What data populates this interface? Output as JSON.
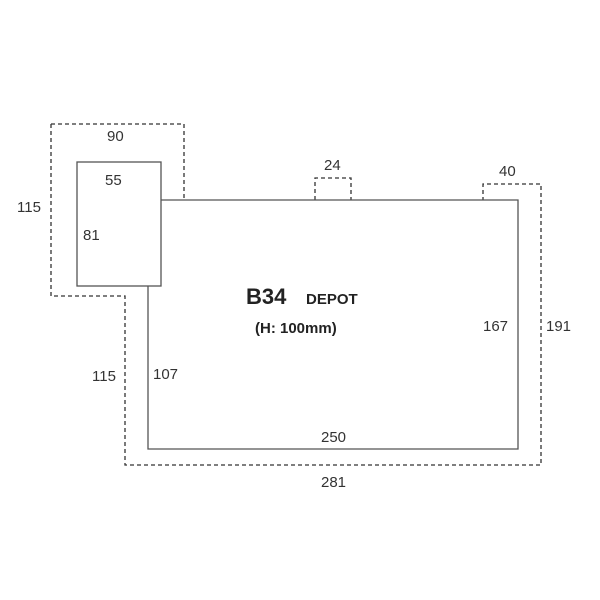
{
  "title": {
    "code": "B34",
    "name": "DEPOT",
    "height_note": "(H: 100mm)"
  },
  "inner_dimensions": {
    "notch_width": "55",
    "notch_height": "81",
    "left_height": "107",
    "right_height": "167",
    "bottom_width": "250"
  },
  "outer_dimensions": {
    "notch_width": "90",
    "notch_height": "115",
    "left_height": "115",
    "right_height": "191",
    "bottom_width": "281",
    "tab_small": "24",
    "tab_corner": "40"
  },
  "colors": {
    "solid_outline": "#555555",
    "dashed_outline": "#333333",
    "text": "#333333"
  }
}
